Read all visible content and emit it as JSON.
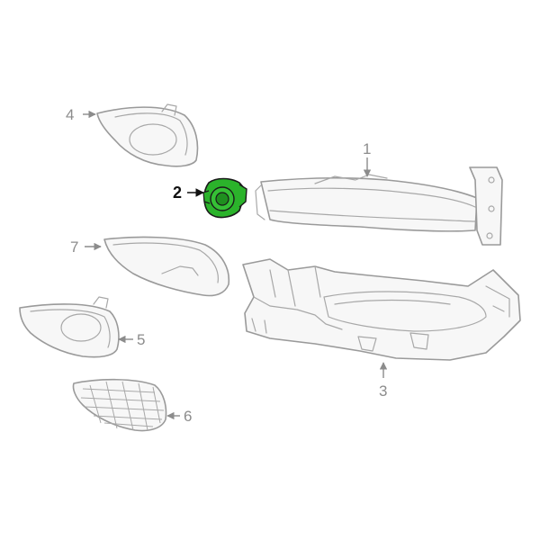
{
  "colors": {
    "highlight_fill": "#2bb32b",
    "highlight_stroke": "#1a1a1a",
    "part_stroke": "#9a9a9a",
    "part_fill": "#f7f7f7",
    "label_color": "#8c8c8c",
    "active_label_color": "#111111"
  },
  "highlighted_part": "2",
  "callouts": {
    "p1": "1",
    "p2": "2",
    "p3": "3",
    "p4": "4",
    "p5": "5",
    "p6": "6",
    "p7": "7"
  }
}
